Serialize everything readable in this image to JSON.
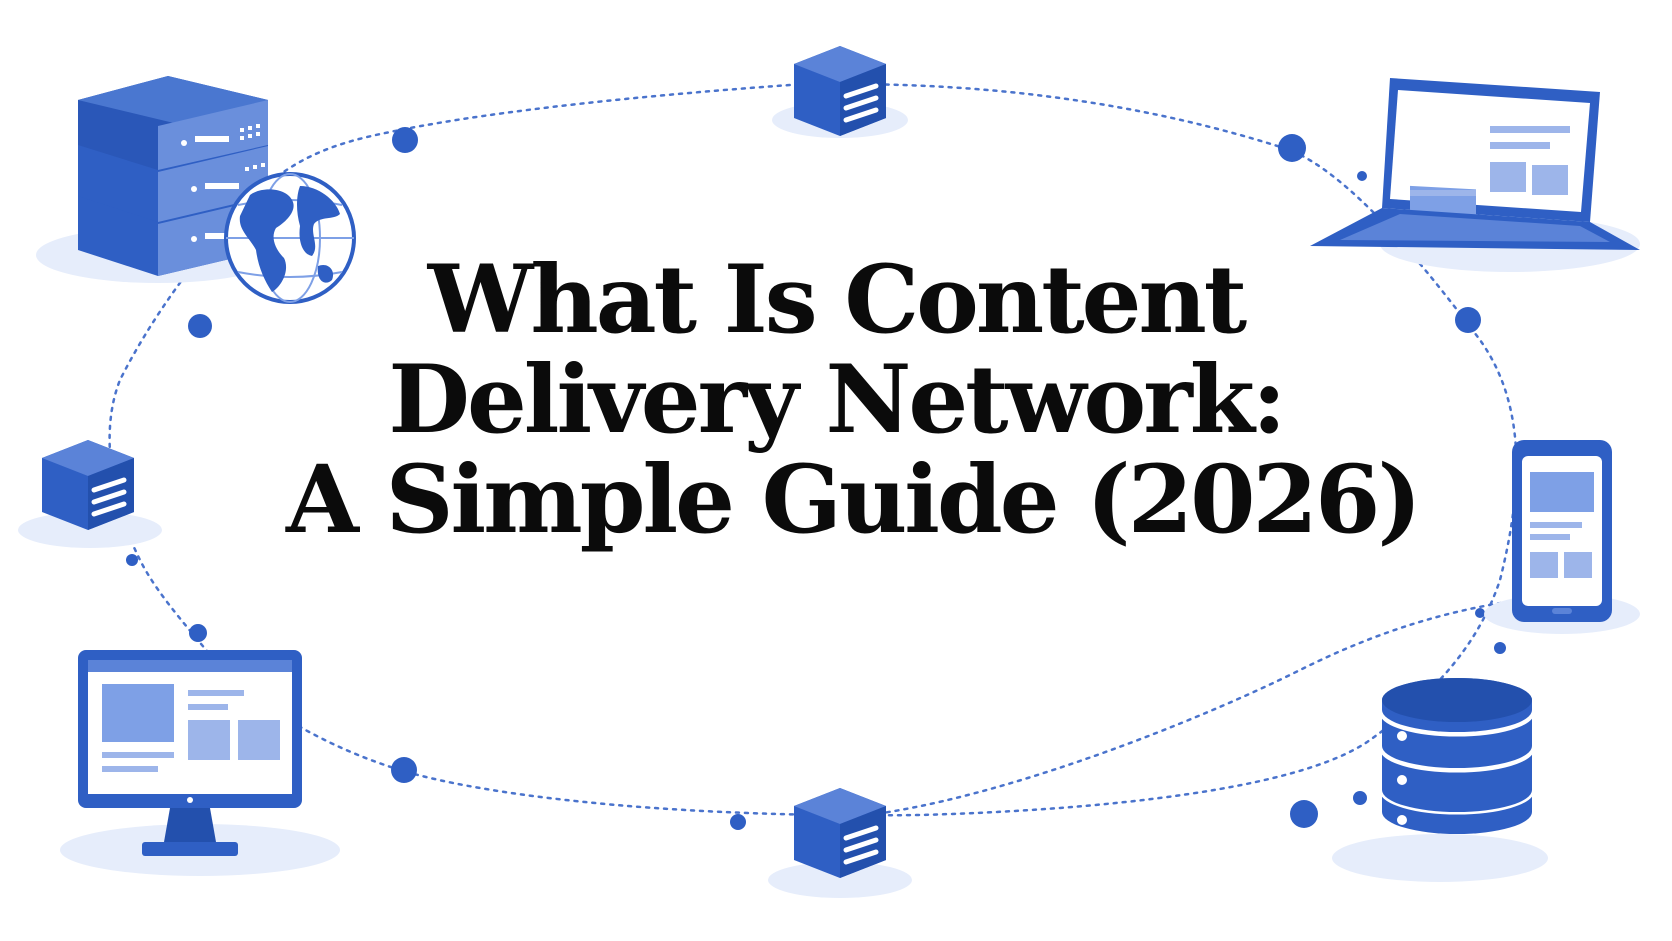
{
  "title": {
    "line1": "What Is Content",
    "line2": "Delivery Network:",
    "line3": "A Simple Guide (2026)"
  },
  "colors": {
    "primary": "#2f5fc4",
    "dark": "#2350ad",
    "light": "#7ea0e6",
    "shadow": "#e6edfb",
    "dots": "#3a66c8"
  },
  "icons": [
    "server-rack-icon",
    "globe-icon",
    "edge-server-cube-icon",
    "laptop-icon",
    "smartphone-icon",
    "database-icon",
    "desktop-monitor-icon"
  ]
}
